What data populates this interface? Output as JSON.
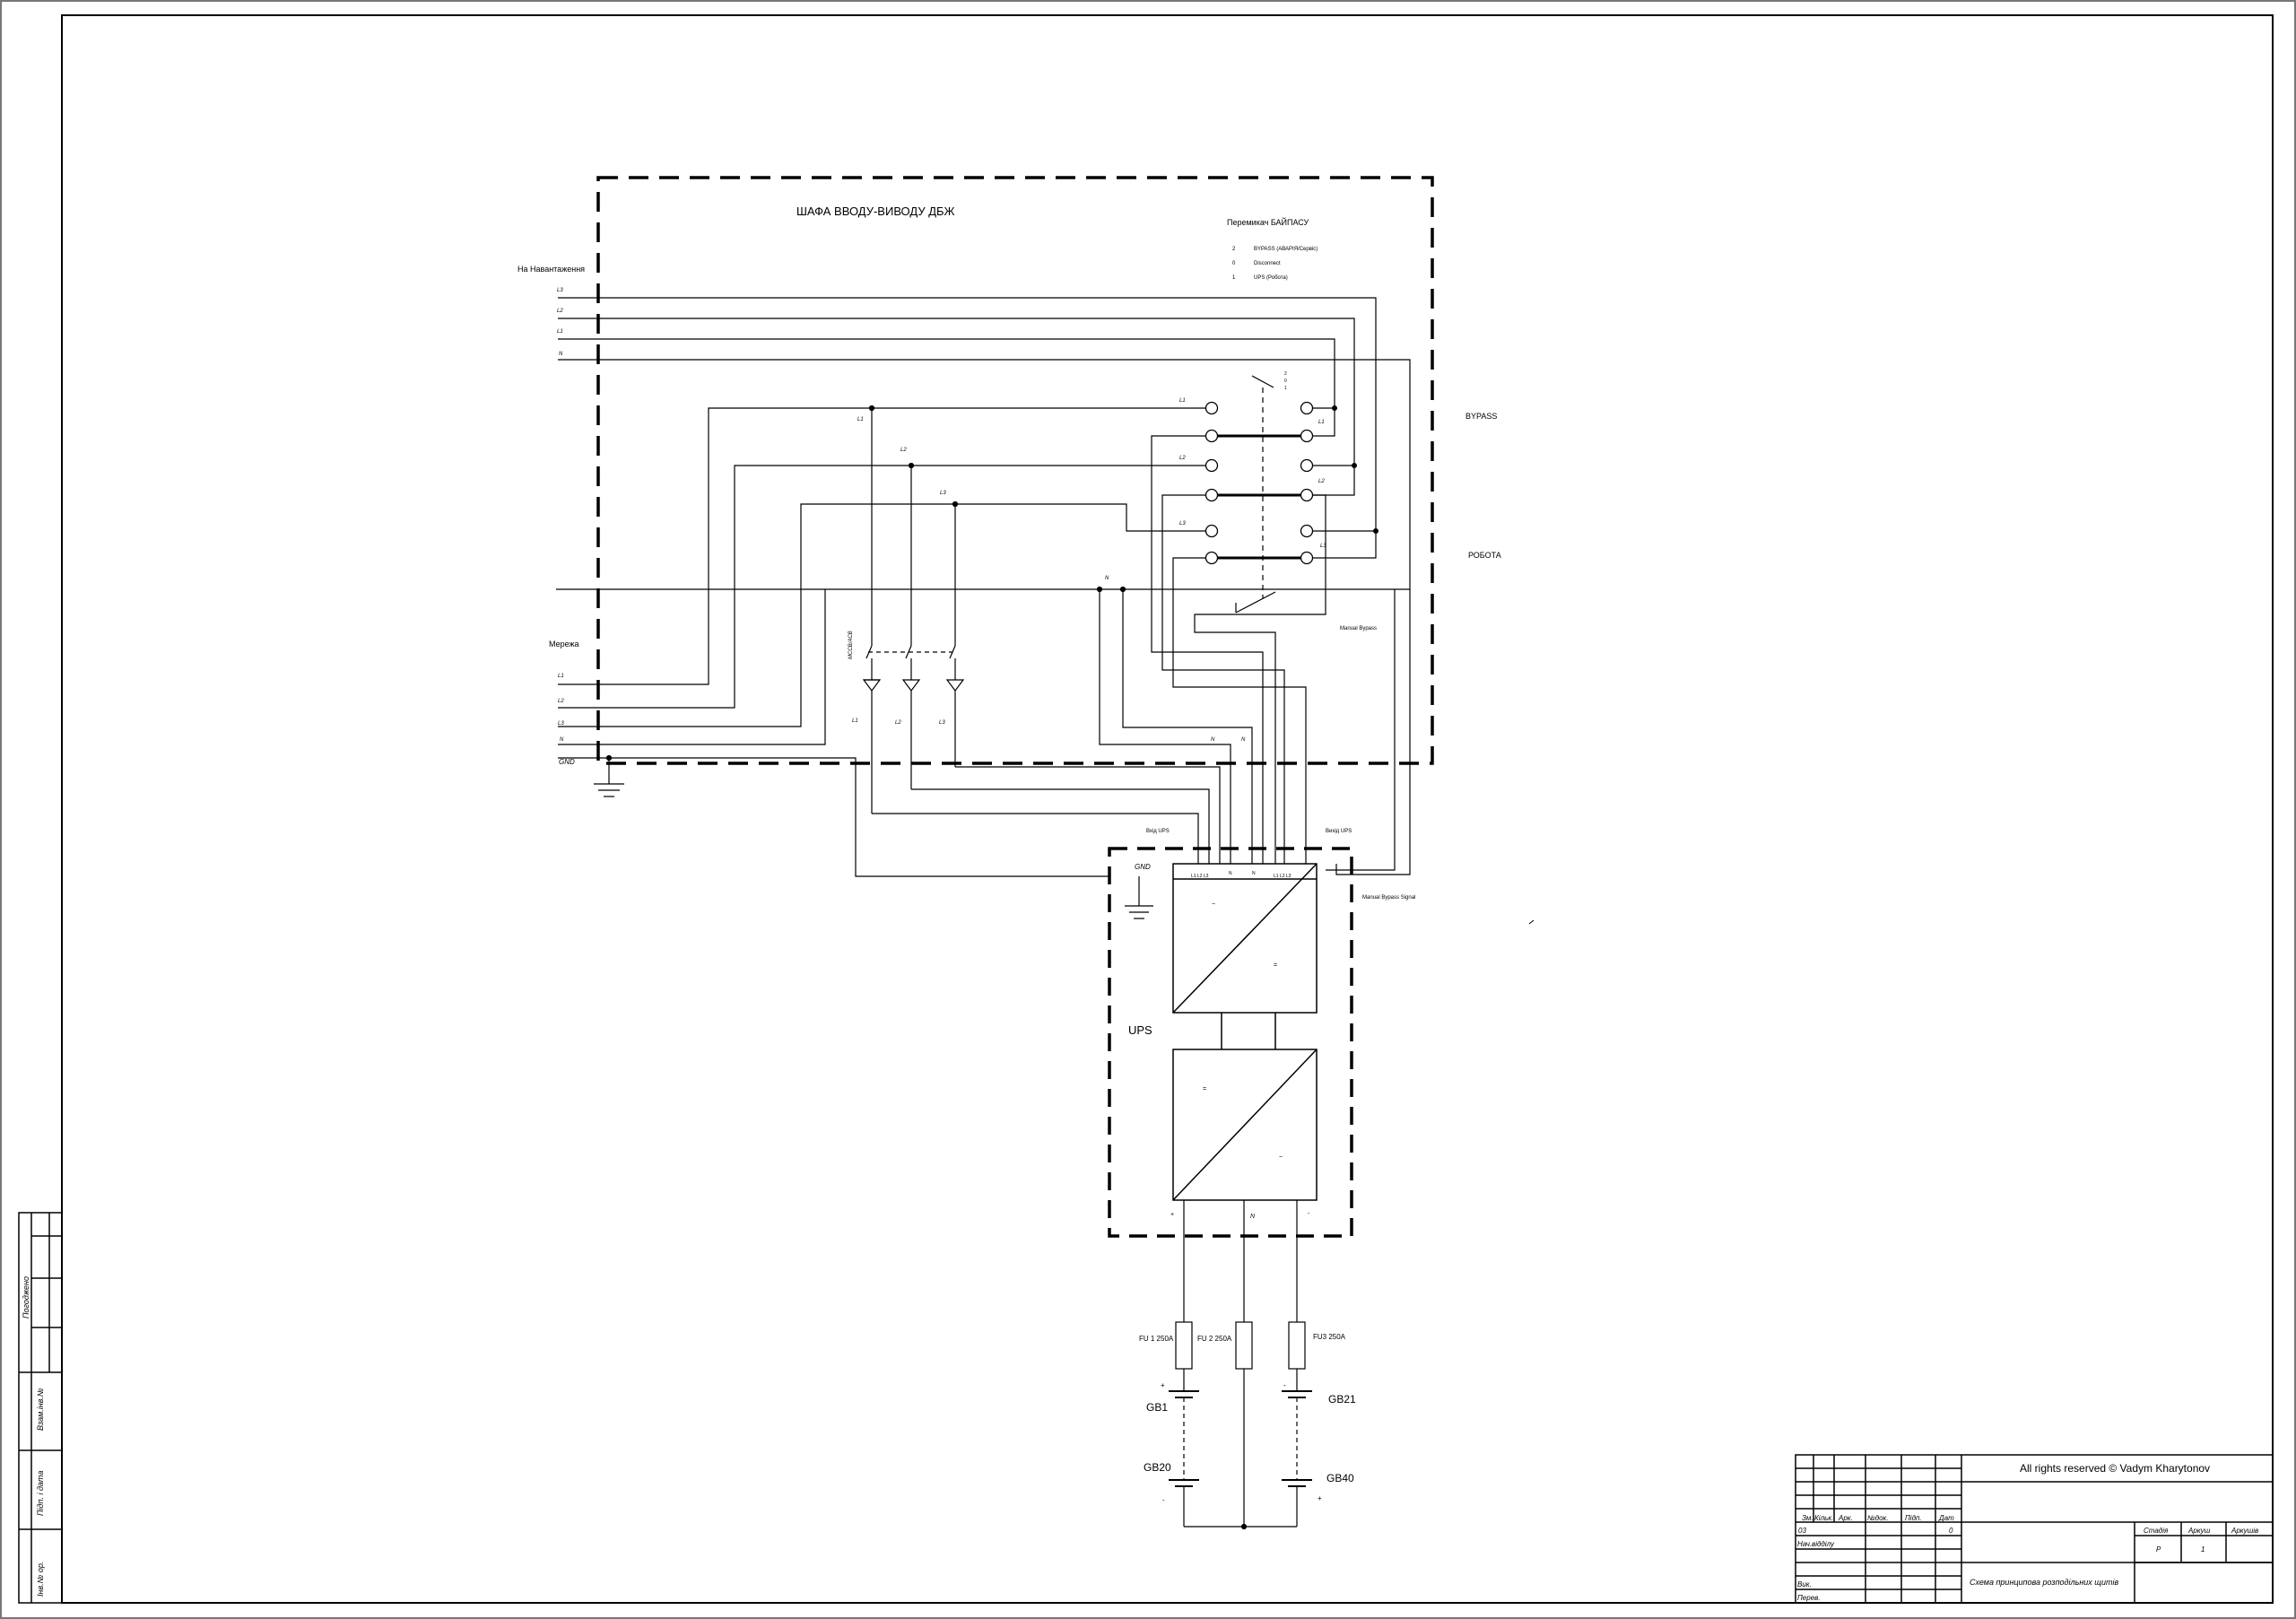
{
  "cabinet": {
    "title": "ШАФА ВВОДУ-ВИВОДУ ДБЖ"
  },
  "bypass_switch": {
    "title": "Перемикач БАЙПАСУ",
    "positions": [
      {
        "num": "2",
        "text": "BYPASS (АВАРІЯ/Сервіс)"
      },
      {
        "num": "0",
        "text": "Disconnect"
      },
      {
        "num": "1",
        "text": "UPS (Робота)"
      }
    ],
    "pos_marks": [
      "2",
      "0",
      "1"
    ]
  },
  "labels": {
    "load": "На Навантаження",
    "mains": "Мережа",
    "bypass": "BYPASS",
    "work": "РОБОТА",
    "manual_bypass": "Manual Bypass",
    "manual_bypass_signal": "Manual Bypass Signal",
    "ups_in": "Вхід UPS",
    "ups_out": "Вихід UPS",
    "ups": "UPS",
    "breaker": "MCCB/ACB",
    "gnd": "GND",
    "gnd_ups": "GND"
  },
  "phases": {
    "l1": "L1",
    "l2": "L2",
    "l3": "L3",
    "n": "N"
  },
  "ups_block": {
    "in_l": "L1 L2 L3",
    "in_n": "N",
    "out_n": "N",
    "out_l": "L1 L2 L3",
    "ac1": "~",
    "dc1": "=",
    "dc2": "=",
    "ac2": "~",
    "dc_plus": "+",
    "dc_n": "N",
    "dc_minus": "-"
  },
  "fuses": [
    {
      "name": "FU 1  250A"
    },
    {
      "name": "FU 2  250A"
    },
    {
      "name": "FU3  250A"
    }
  ],
  "batteries": {
    "gb1": "GB1",
    "gb20": "GB20",
    "gb21": "GB21",
    "gb40": "GB40",
    "plus": "+",
    "minus": "-"
  },
  "left_strip": [
    "Погоджено",
    "Взам.інв.№",
    "Підп. і дата",
    "Інв.№ ор."
  ],
  "title_block": {
    "rights": "All rights reserved © Vadym Kharytonov",
    "headers": [
      "Зм.",
      "Кільк.",
      "Арк.",
      "№док.",
      "Підп.",
      "Дат"
    ],
    "row_a": [
      "03",
      "",
      "",
      "",
      "",
      "0"
    ],
    "roles": [
      "Нач.відділу",
      "",
      "Вик.",
      "Перев."
    ],
    "stage_head": "Стадія",
    "sheet_head": "Аркуш",
    "sheets_head": "Аркушів",
    "stage": "Р",
    "sheet": "1",
    "drawing_name": "Схема принципова розподільних щитів"
  }
}
